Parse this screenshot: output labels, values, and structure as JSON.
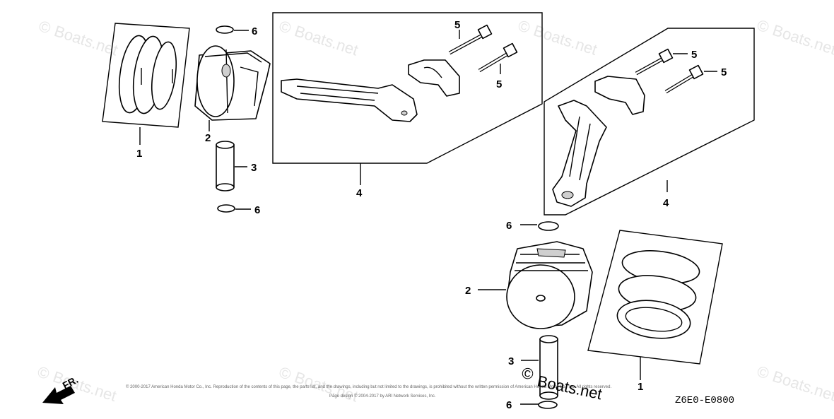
{
  "watermark": {
    "text": "Boats.net",
    "copyright_symbol": "©"
  },
  "callouts": {
    "c1a": "1",
    "c2a": "2",
    "c3a": "3",
    "c4a": "4",
    "c5a": "5",
    "c5b": "5",
    "c5c": "5",
    "c5d": "5",
    "c4b": "4",
    "c6a": "6",
    "c6b": "6",
    "c6c": "6",
    "c6d": "6",
    "c2b": "2",
    "c3b": "3",
    "c1b": "1"
  },
  "copyright_notice": {
    "line1": "© 2000-2017 American Honda Motor Co., Inc. Reproduction of the contents of this page, the parts list, and the drawings, including but not limited to the drawings, is prohibited without the written permission of American Honda Motor Co., Inc. All rights reserved.",
    "line2": "Page design © 2004-2017 by ARI Network Services, Inc."
  },
  "brand_overlay": {
    "symbol": "©",
    "text": "Boats.net"
  },
  "front_indicator": {
    "label": "FR."
  },
  "diagram_code": "Z6E0-E0800"
}
